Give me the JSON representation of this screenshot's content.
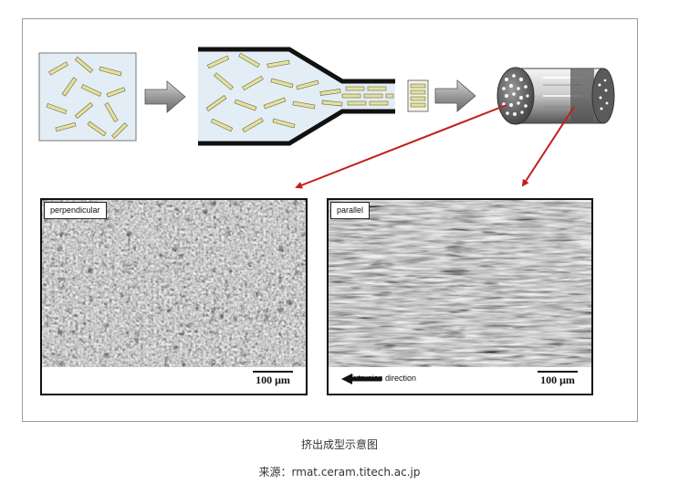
{
  "panels": {
    "perpendicular": {
      "label": "perpendicular",
      "scale": "100 μm"
    },
    "parallel": {
      "label": "parallel",
      "scale": "100 μm",
      "direction": "Extrusion direction"
    }
  },
  "caption": {
    "title": "挤出成型示意图",
    "source": "来源：rmat.ceram.titech.ac.jp"
  },
  "colors": {
    "arrow_red": "#c0201a",
    "fiber": "#e4e0a0",
    "die": "#111111"
  }
}
